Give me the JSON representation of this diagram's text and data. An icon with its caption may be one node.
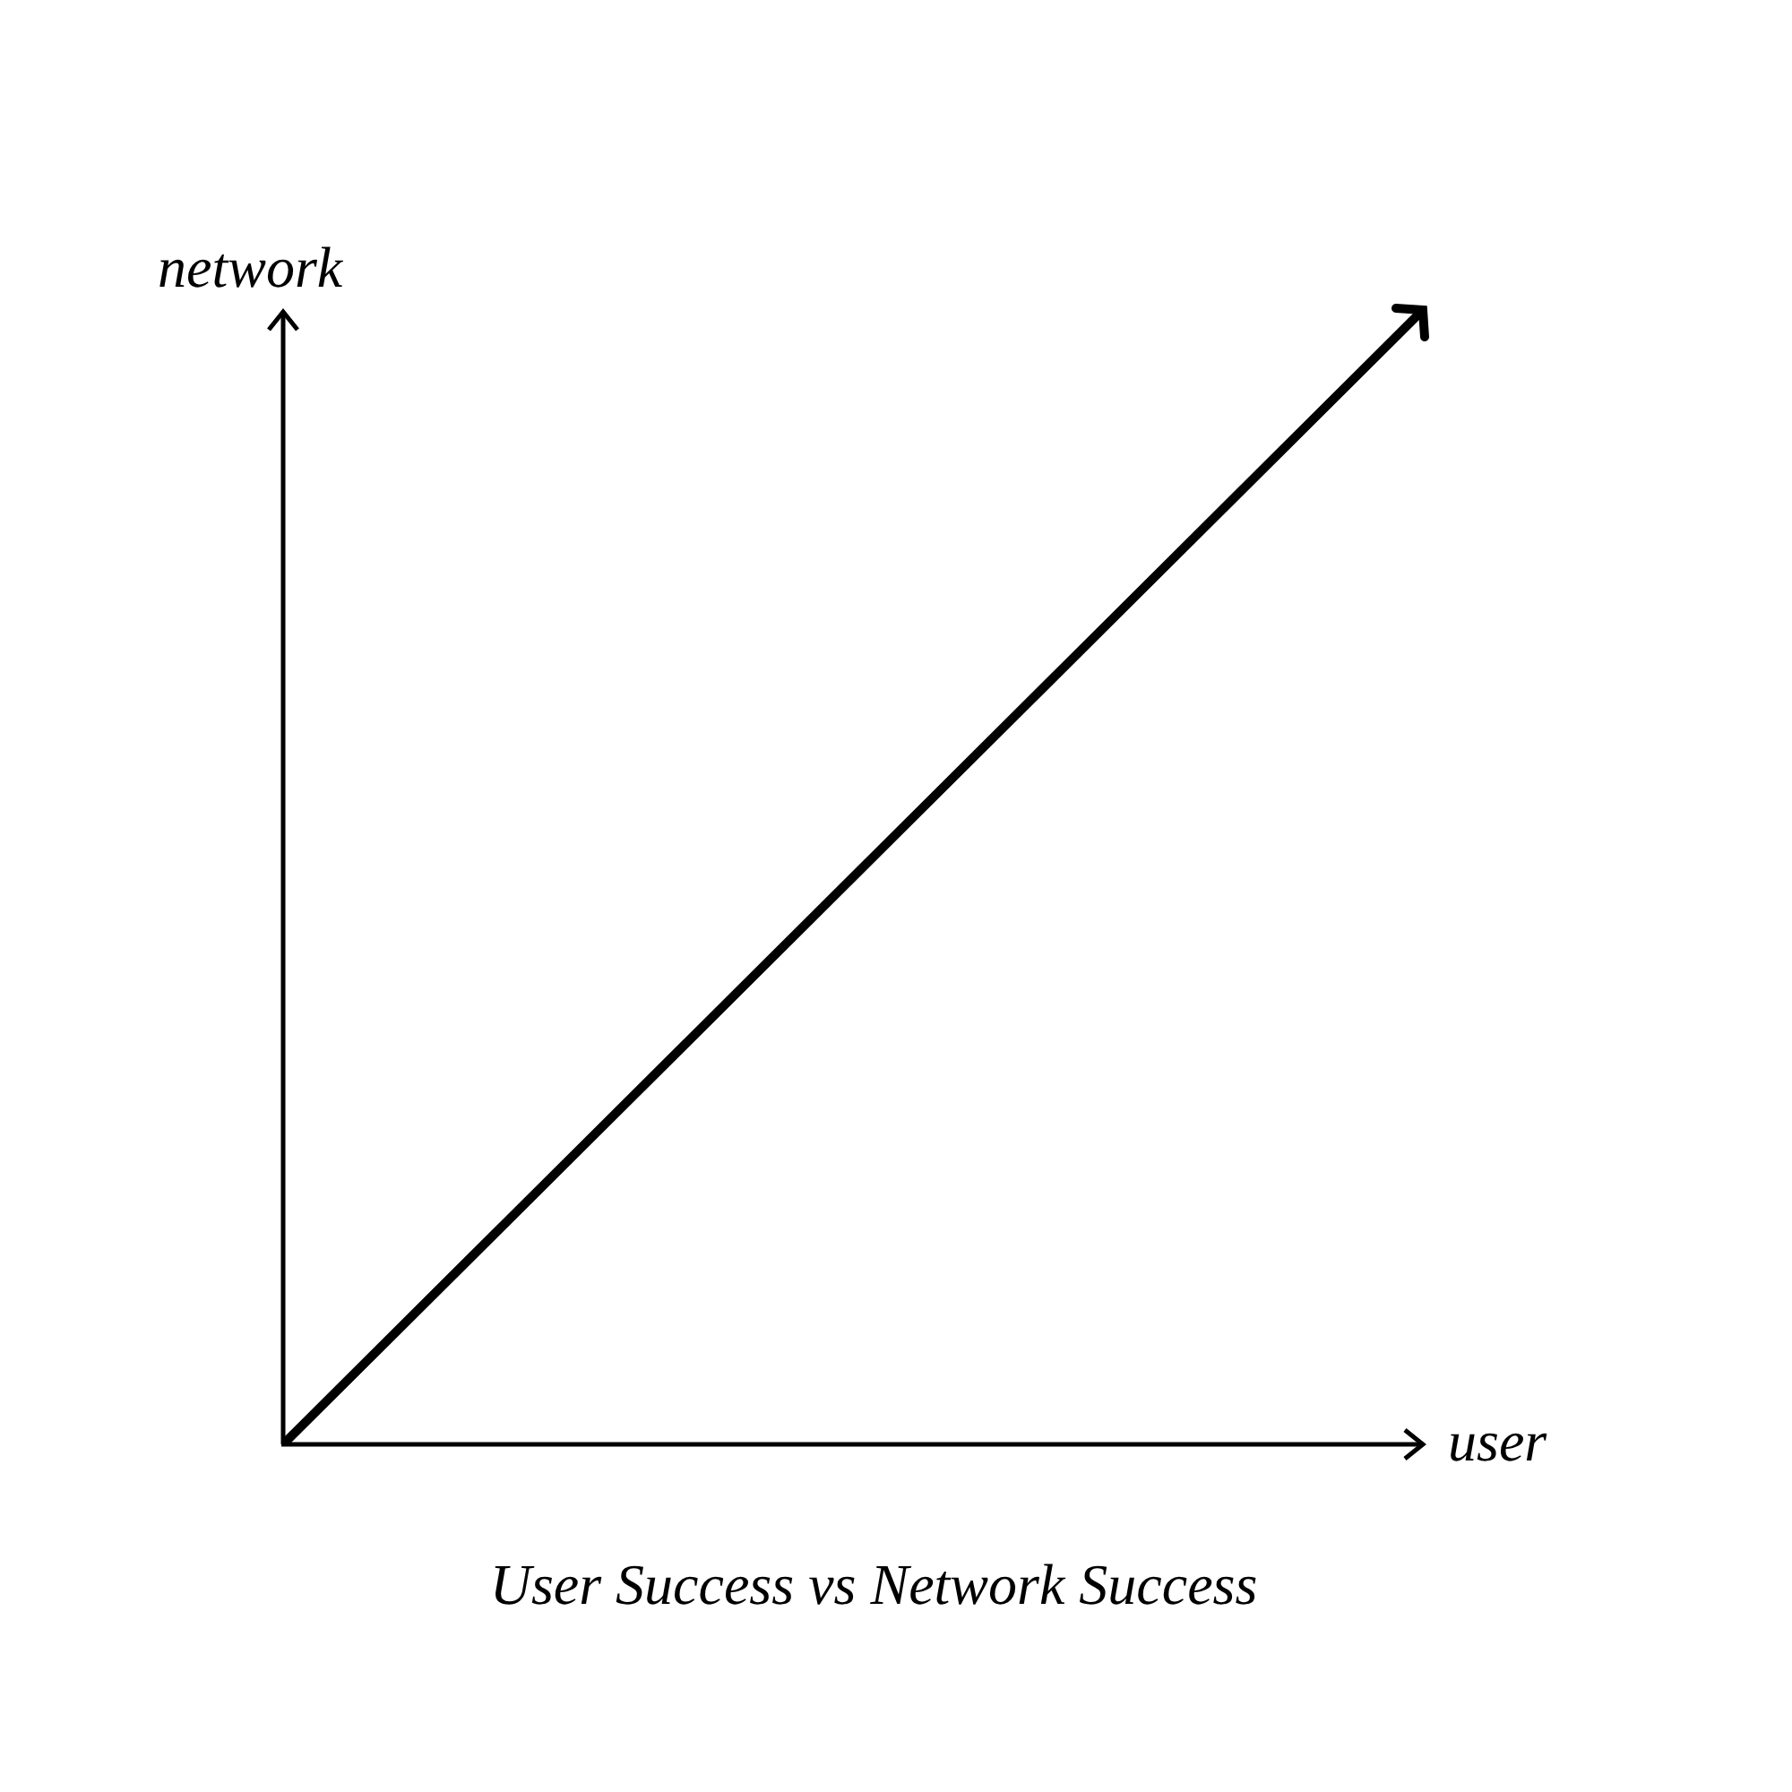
{
  "diagram": {
    "caption": "User Success vs Network Success",
    "labels": [
      "network",
      "user"
    ]
  }
}
